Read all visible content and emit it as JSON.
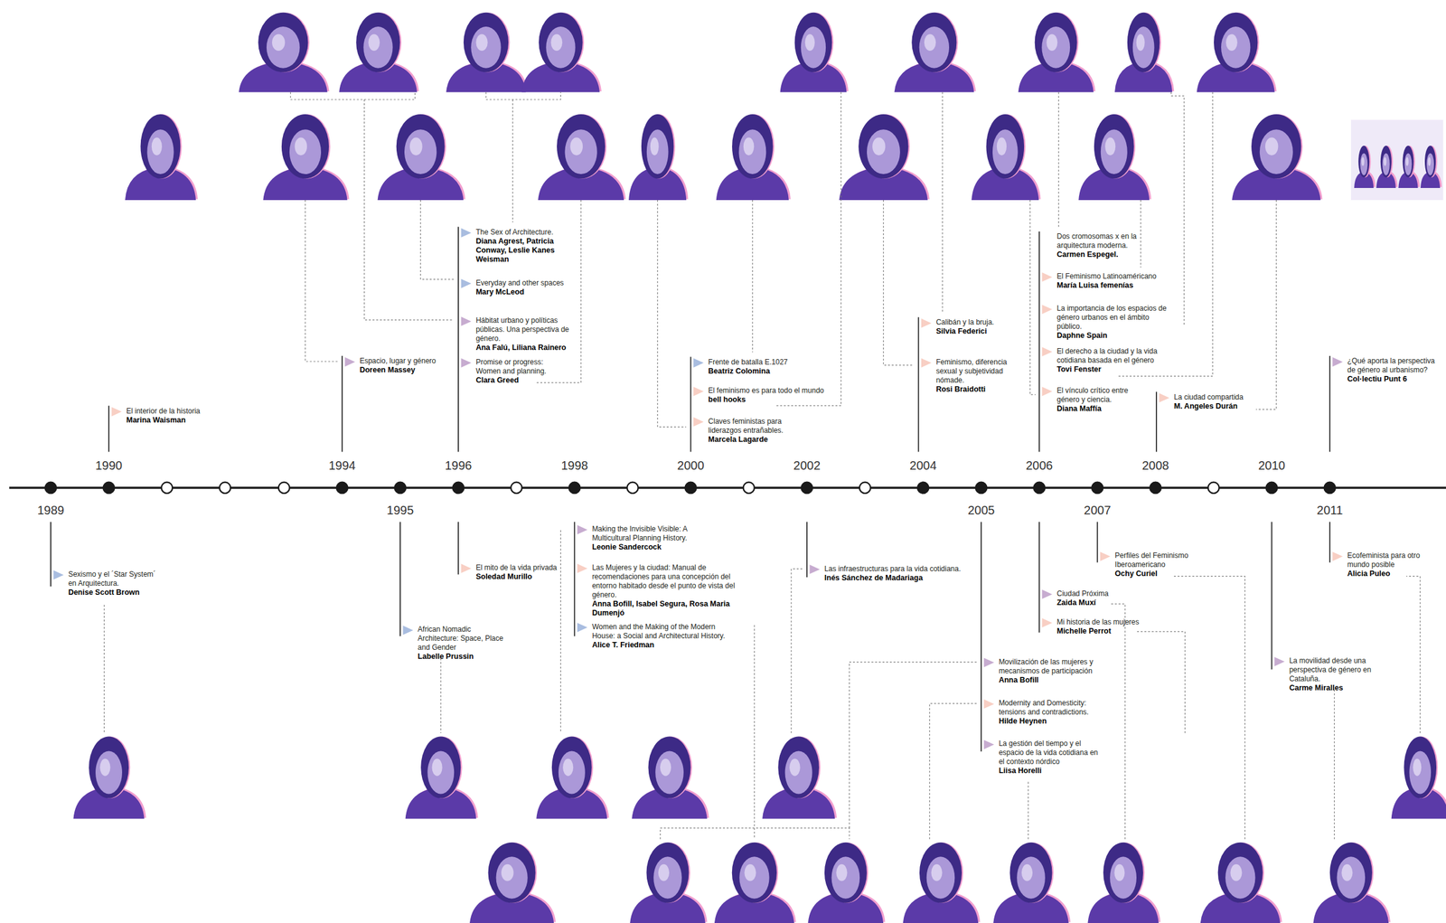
{
  "diagram": {
    "labels": [
      "Sexismo y el ´Star System´ en Arquitectura.",
      "Denise Scott Brown",
      "El interior de la historia",
      "Marina Waisman",
      "Espacio, lugar y género",
      "Doreen Massey",
      "African Nomadic Architecture: Space, Place and Gender",
      "Labelle Prussin",
      "The Sex of Architecture.",
      "Diana Agrest, Patricia Conway, Leslie Kanes Weisman",
      "Everyday and other spaces",
      "Mary McLeod",
      "Hábitat urbano y políticas públicas. Una perspectiva de género.",
      "Ana Falú, Liliana Rainero",
      "Promise or progress: Women and planning.",
      "Clara Greed",
      "El mito de la vida privada",
      "Soledad Murillo",
      "Making the Invisible Visible: A Multicultural Planning History.",
      "Leonie Sandercock",
      "Las Mujeres y la ciudad: Manual de recomendaciones para una concepción del entorno habitado desde el punto de vista del género.",
      "Anna Bofill, Isabel Segura, Rosa Maria Dumenjó",
      "Women and the Making of the Modern House: a Social and Architectural History.",
      "Alice T. Friedman",
      "Frente de batalla E.1027",
      "Beatriz Colomina",
      "El feminismo es para todo el mundo",
      "bell hooks",
      "Claves feministas para liderazgos entrañables.",
      "Marcela Lagarde",
      "Las infraestructuras para la vida cotidiana.",
      "Inés Sánchez de Madariaga",
      "Calibán y la bruja.",
      "Silvia Federici",
      "Feminismo, diferencia sexual y subjetividad nómade.",
      "Rosi Braidotti",
      "Movilización de las mujeres y mecanismos de participación",
      "Anna Bofill",
      "Modernity and Domesticity: tensions and contradictions.",
      "Hilde Heynen",
      "La gestión del tiempo y el espacio de la vida cotidiana en el contexto nórdico",
      "Liisa Horelli",
      "Dos cromosomas x en la arquitectura moderna.",
      "Carmen Espegel.",
      "El Feminismo Latinoaméricano",
      "María Luisa femenías",
      "La importancia de los espacios de género urbanos en el ámbito público.",
      "Daphne Spain",
      "El derecho a la ciudad y la vida cotidiana basada en el género",
      "Tovi Fenster",
      "El vínculo crítico entre género y ciencia.",
      "Diana Maffía",
      "Ciudad Próxima",
      "Zaida Muxí",
      "Mi historia de las mujeres",
      "Michelle Perrot",
      "Perfiles del Feminismo Iberoamericano",
      "Ochy Curiel",
      "La ciudad compartida",
      "M. Angeles Durán",
      "La movilidad desde una perspectiva de género en Cataluña.",
      "Carme Miralles",
      "¿Qué aporta la perspectiva de género al urbanismo?",
      "Col·lectiu Punt 6",
      "Ecofeminista para otro mundo posible",
      "Alicia Puleo",
      "1989",
      "1990",
      "1994",
      "1995",
      "1996",
      "1998",
      "2000",
      "2002",
      "2004",
      "2005",
      "2006",
      "2007",
      "2008",
      "2010",
      "2011"
    ]
  }
}
